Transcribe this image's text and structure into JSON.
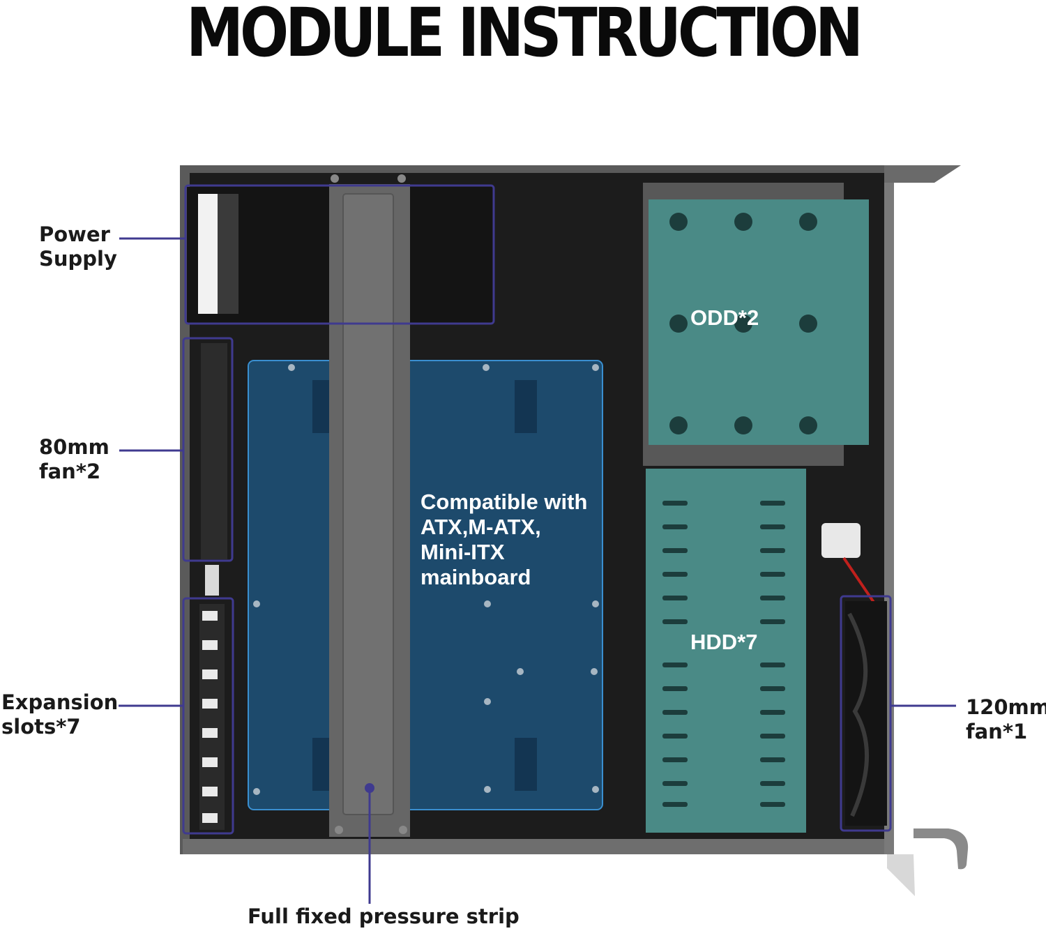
{
  "title": "MODULE INSTRUCTION",
  "callouts": {
    "power_supply": [
      "Power",
      "Supply"
    ],
    "fan_80mm": [
      "80mm",
      "fan*2"
    ],
    "expansion_slots": [
      "Expansion",
      "slots*7"
    ],
    "fan_120mm": [
      "120mm",
      "fan*1"
    ],
    "pressure_strip": "Full fixed pressure strip"
  },
  "component_labels": {
    "odd": "ODD*2",
    "hdd": "HDD*7",
    "mainboard": [
      "Compatible with",
      "ATX,M-ATX,",
      "Mini-ITX",
      "mainboard"
    ]
  },
  "colors": {
    "callout_frame": "#3f3a8f",
    "mainboard_tray": "#1d4a6c",
    "drive_cage": "#4a8a86",
    "chassis_frame": "#5c5c5c",
    "chassis_interior": "#1c1c1c"
  }
}
